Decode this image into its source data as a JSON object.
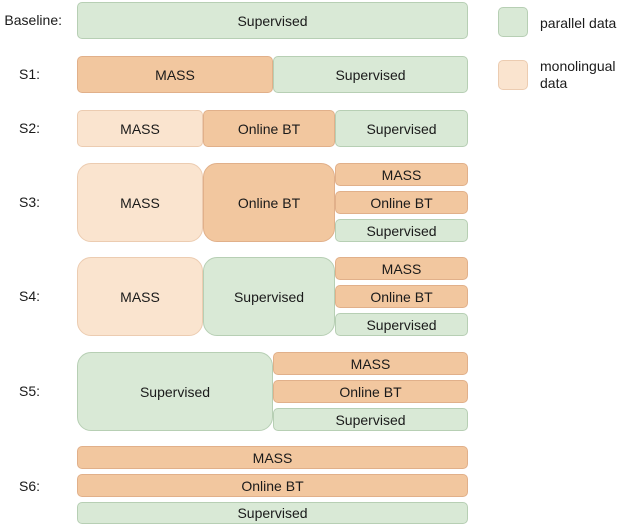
{
  "rows": [
    {
      "label": "Baseline:",
      "blocks": [
        {
          "text": "Supervised",
          "type": "parallel"
        }
      ]
    },
    {
      "label": "S1:",
      "blocks": [
        {
          "text": "MASS",
          "type": "monolingual"
        },
        {
          "text": "Supervised",
          "type": "parallel"
        }
      ]
    },
    {
      "label": "S2:",
      "blocks": [
        {
          "text": "MASS",
          "type": "monolingual"
        },
        {
          "text": "Online BT",
          "type": "monolingual"
        },
        {
          "text": "Supervised",
          "type": "parallel"
        }
      ]
    },
    {
      "label": "S3:",
      "blocks": [
        {
          "text": "MASS",
          "type": "monolingual"
        },
        {
          "text": "Online BT",
          "type": "monolingual"
        },
        {
          "text": "MASS",
          "type": "monolingual"
        },
        {
          "text": "Online BT",
          "type": "monolingual"
        },
        {
          "text": "Supervised",
          "type": "parallel"
        }
      ]
    },
    {
      "label": "S4:",
      "blocks": [
        {
          "text": "MASS",
          "type": "monolingual"
        },
        {
          "text": "Supervised",
          "type": "parallel"
        },
        {
          "text": "MASS",
          "type": "monolingual"
        },
        {
          "text": "Online BT",
          "type": "monolingual"
        },
        {
          "text": "Supervised",
          "type": "parallel"
        }
      ]
    },
    {
      "label": "S5:",
      "blocks": [
        {
          "text": "Supervised",
          "type": "parallel"
        },
        {
          "text": "MASS",
          "type": "monolingual"
        },
        {
          "text": "Online BT",
          "type": "monolingual"
        },
        {
          "text": "Supervised",
          "type": "parallel"
        }
      ]
    },
    {
      "label": "S6:",
      "blocks": [
        {
          "text": "MASS",
          "type": "monolingual"
        },
        {
          "text": "Online BT",
          "type": "monolingual"
        },
        {
          "text": "Supervised",
          "type": "parallel"
        }
      ]
    }
  ],
  "legend": {
    "parallel": {
      "label": "parallel data",
      "color": "#d9e9d6"
    },
    "monolingual": {
      "label": "monolingual data",
      "color": "#fae4cf"
    }
  },
  "colors": {
    "parallel": "#d9e9d6",
    "monolingual_dark": "#f2c79f",
    "monolingual_light": "#fae4cf"
  }
}
